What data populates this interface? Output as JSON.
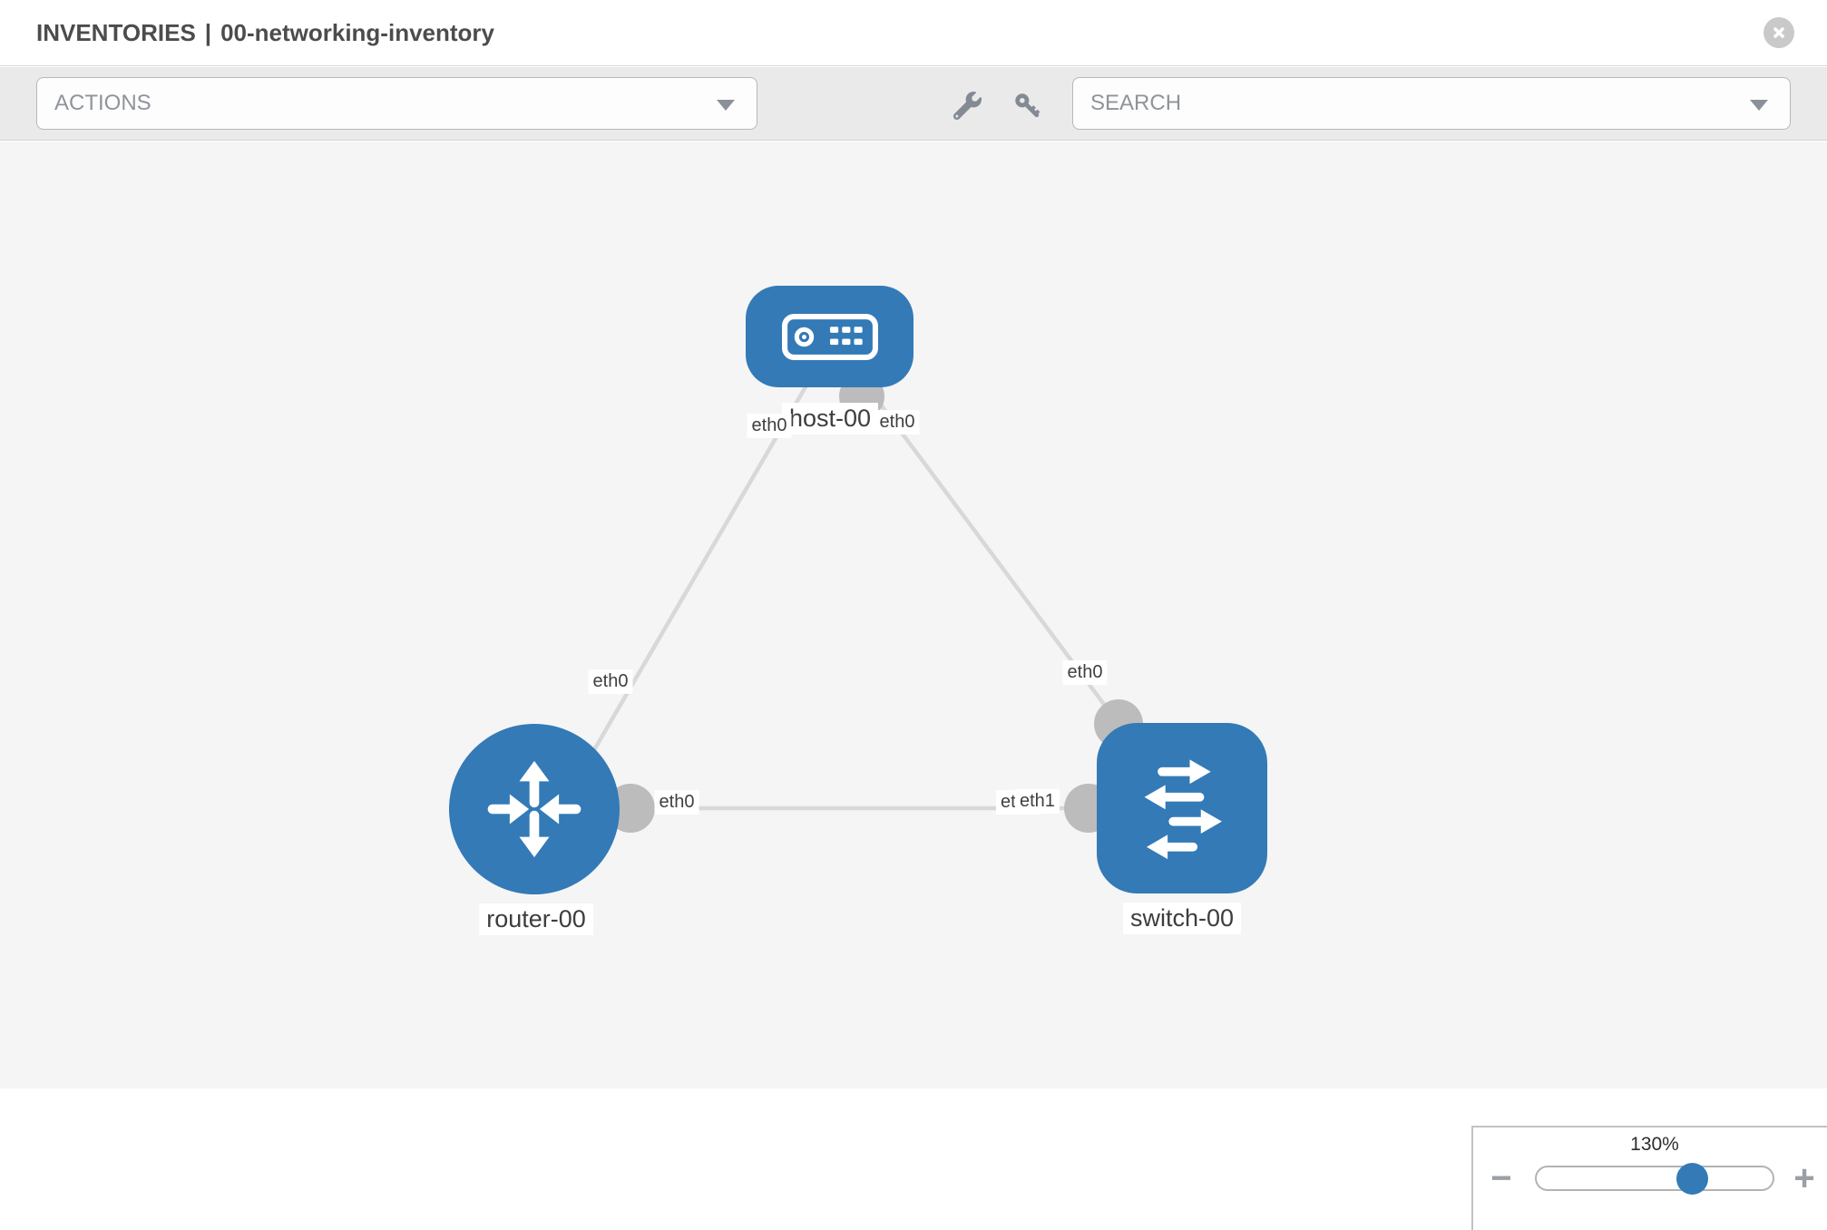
{
  "header": {
    "breadcrumb": "INVENTORIES",
    "separator": "|",
    "inventory_name": "00-networking-inventory",
    "close_icon": "close-icon"
  },
  "toolbar": {
    "actions_label": "ACTIONS",
    "search_label": "SEARCH",
    "wrench_icon": "wrench-icon",
    "key_icon": "key-icon",
    "caret_icon": "chevron-down-icon"
  },
  "graph": {
    "nodes": [
      {
        "label": "host-00",
        "type": "host"
      },
      {
        "label": "router-00",
        "type": "router"
      },
      {
        "label": "switch-00",
        "type": "switch"
      }
    ],
    "links": [
      {
        "from": "host-00",
        "to": "router-00",
        "from_interface": "eth0",
        "to_interface": "eth0"
      },
      {
        "from": "host-00",
        "to": "switch-00",
        "from_interface": "eth0",
        "to_interface": "eth0"
      },
      {
        "from": "router-00",
        "to": "switch-00",
        "from_interface": "eth0",
        "to_interface": "eth1",
        "overlapped_interface": "eth0"
      }
    ]
  },
  "zoom_control": {
    "level": "130%",
    "minus_icon": "−",
    "plus_icon": "+"
  },
  "colors": {
    "node_blue": "#337ab7",
    "link_gray": "#d8d8d8",
    "dot_gray": "#bcbcbc",
    "canvas_bg": "#f5f5f5",
    "toolbar_bg": "#eaeaea",
    "title_text": "#4c4c4c"
  }
}
